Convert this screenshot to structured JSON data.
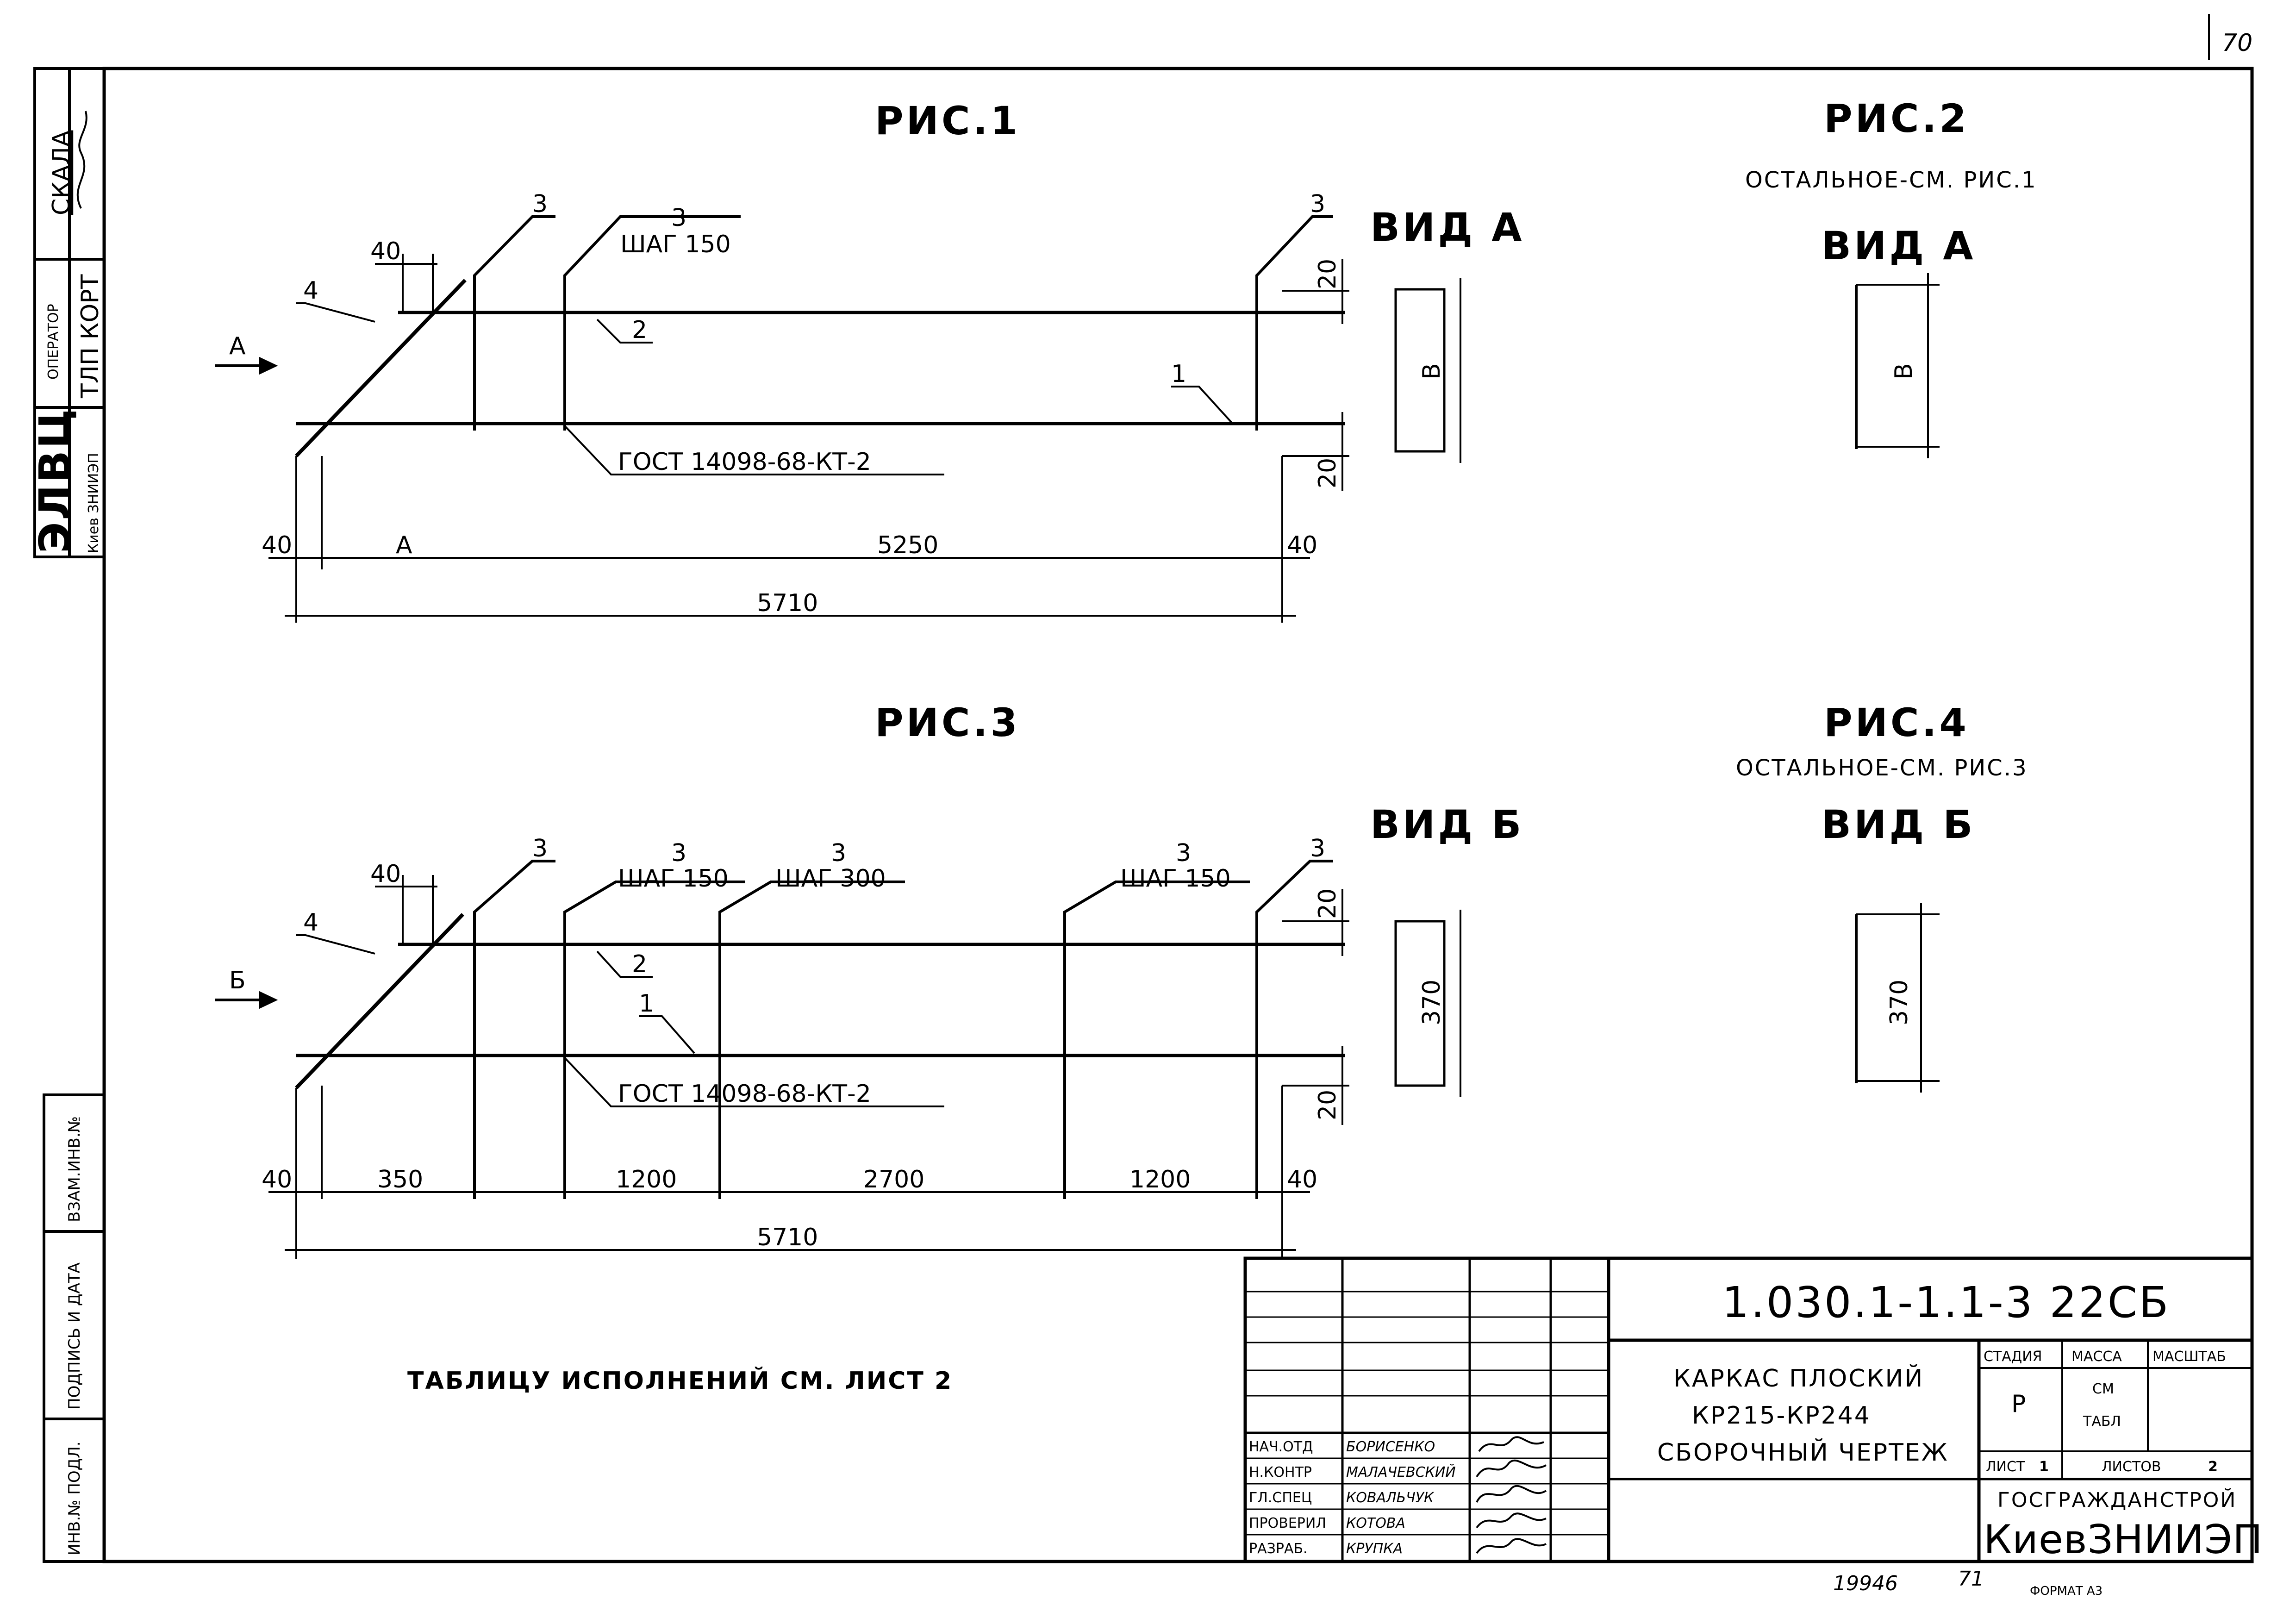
{
  "page_number": "70",
  "fig1": {
    "title": "РИС.1",
    "view_label": "ВИД А",
    "arrow_label": "А",
    "pos_4": "4",
    "pos_3a": "3",
    "pos_3b": "3",
    "pos_3c": "3",
    "pitch": "ШАГ 150",
    "pos_2": "2",
    "pos_1": "1",
    "gost": "ГОСТ 14098-68-КТ-2",
    "dim_40_top": "40",
    "dim_20_top": "20",
    "dim_20_bot": "20",
    "dim_40_left": "40",
    "dim_a": "А",
    "dim_5250": "5250",
    "dim_40_right": "40",
    "dim_total": "5710",
    "view_dim": "В"
  },
  "fig2": {
    "title": "РИС.2",
    "note": "ОСТАЛЬНОЕ-СМ. РИС.1",
    "view_label": "ВИД А",
    "view_dim": "В"
  },
  "fig3": {
    "title": "РИС.3",
    "view_label": "ВИД Б",
    "arrow_label": "Б",
    "pos_4": "4",
    "pos_3a": "3",
    "pos_3b": "3",
    "pos_3c": "3",
    "pos_3d": "3",
    "pos_3e": "3",
    "pitch_150a": "ШАГ 150",
    "pitch_300": "ШАГ 300",
    "pitch_150b": "ШАГ 150",
    "pos_2": "2",
    "pos_1": "1",
    "gost": "ГОСТ 14098-68-КТ-2",
    "dim_40_top": "40",
    "dim_20_top": "20",
    "dim_20_bot": "20",
    "dim_40_left": "40",
    "dim_350": "350",
    "dim_1200a": "1200",
    "dim_2700": "2700",
    "dim_1200b": "1200",
    "dim_40_right": "40",
    "dim_total": "5710",
    "view_dim": "370"
  },
  "fig4": {
    "title": "РИС.4",
    "note": "ОСТАЛЬНОЕ-СМ. РИС.3",
    "view_label": "ВИД Б",
    "view_dim": "370"
  },
  "table_note": "ТАБЛИЦУ ИСПОЛНЕНИЙ СМ. ЛИСТ 2",
  "side_stamp": {
    "skala": "СКАЛА",
    "operator_caption": "ОПЕРАТОР",
    "operator": "ТЛП КОРТ",
    "org": "ЭЛВЦ",
    "org_sub": "Киев ЗНИИЭП",
    "vzam_inv": "ВЗАМ.ИНВ.№",
    "podpis_data": "ПОДПИСЬ И ДАТА",
    "inv_podl": "ИНВ.№ ПОДЛ."
  },
  "title_block": {
    "doc_code": "1.030.1-1.1-3 22СБ",
    "name_line1": "КАРКАС ПЛОСКИЙ",
    "name_line2": "КР215-КР244",
    "name_line3": "СБОРОЧНЫЙ ЧЕРТЕЖ",
    "stadia_h": "СТАДИЯ",
    "massa_h": "МАССА",
    "masshtab_h": "МАСШТАБ",
    "stadia": "Р",
    "massa_line1": "СМ",
    "massa_line2": "ТАБЛ",
    "list_h": "ЛИСТ",
    "list": "1",
    "listov_h": "ЛИСТОВ",
    "listov": "2",
    "org1": "ГОСГРАЖДАНСТРОЙ",
    "org2": "КиевЗНИИЭП",
    "roles": [
      {
        "role": "НАЧ.ОТД",
        "name": "БОРИСЕНКО"
      },
      {
        "role": "Н.КОНТР",
        "name": "МАЛАЧЕВСКИЙ"
      },
      {
        "role": "ГЛ.СПЕЦ",
        "name": "КОВАЛЬЧУК"
      },
      {
        "role": "ПРОВЕРИЛ",
        "name": "КОТОВА"
      },
      {
        "role": "РАЗРАБ.",
        "name": "КРУПКА"
      }
    ]
  },
  "bottom": {
    "archive_no": "19946",
    "sheet_no": "71",
    "format": "ФОРМАТ А3"
  }
}
